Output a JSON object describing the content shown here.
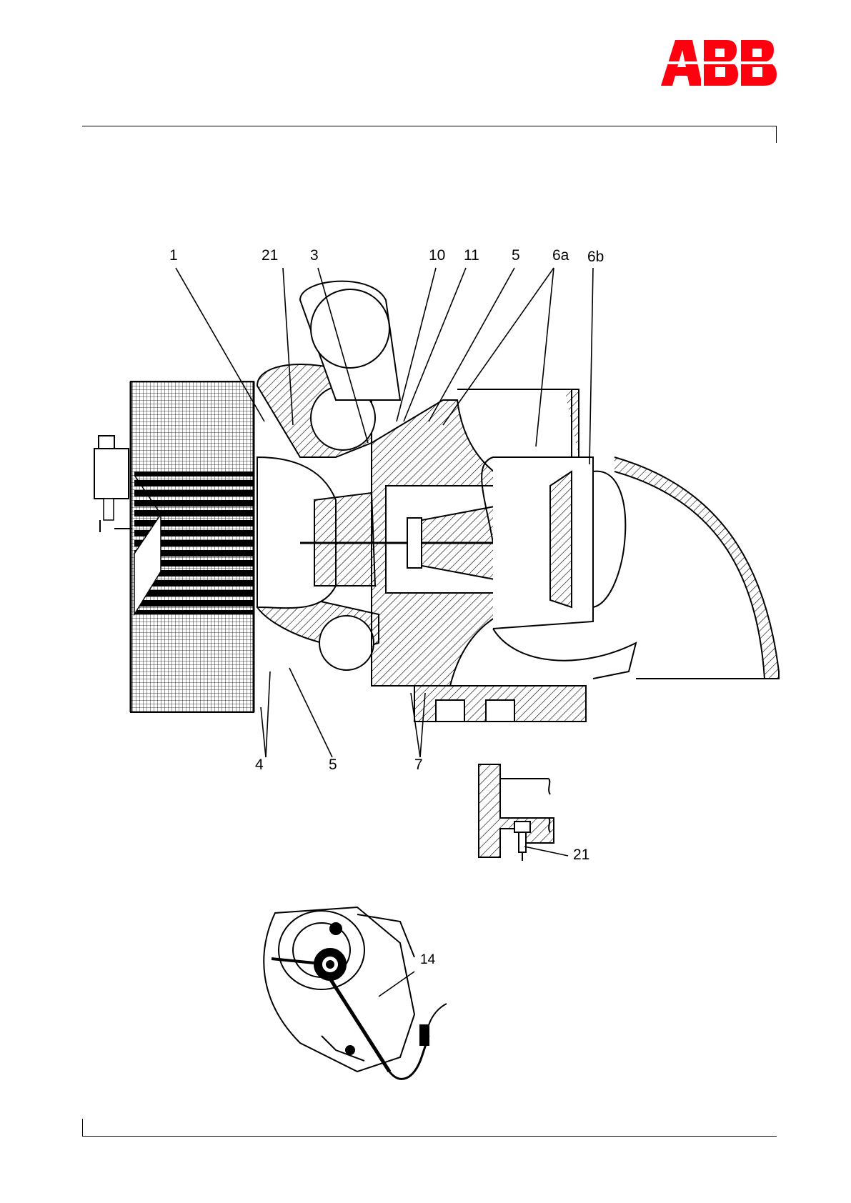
{
  "brand": {
    "logo_text": "ABB",
    "color": "#ff000f"
  },
  "main_drawing": {
    "callouts": {
      "c1": "1",
      "c21": "21",
      "c3": "3",
      "c10": "10",
      "c11": "11",
      "c5_top": "5",
      "c6a": "6a",
      "c6b": "6b",
      "c4": "4",
      "c5_bottom": "5",
      "c7": "7"
    }
  },
  "detail_drawing": {
    "callout": "21"
  },
  "sensor_drawing": {
    "callout": "14"
  }
}
